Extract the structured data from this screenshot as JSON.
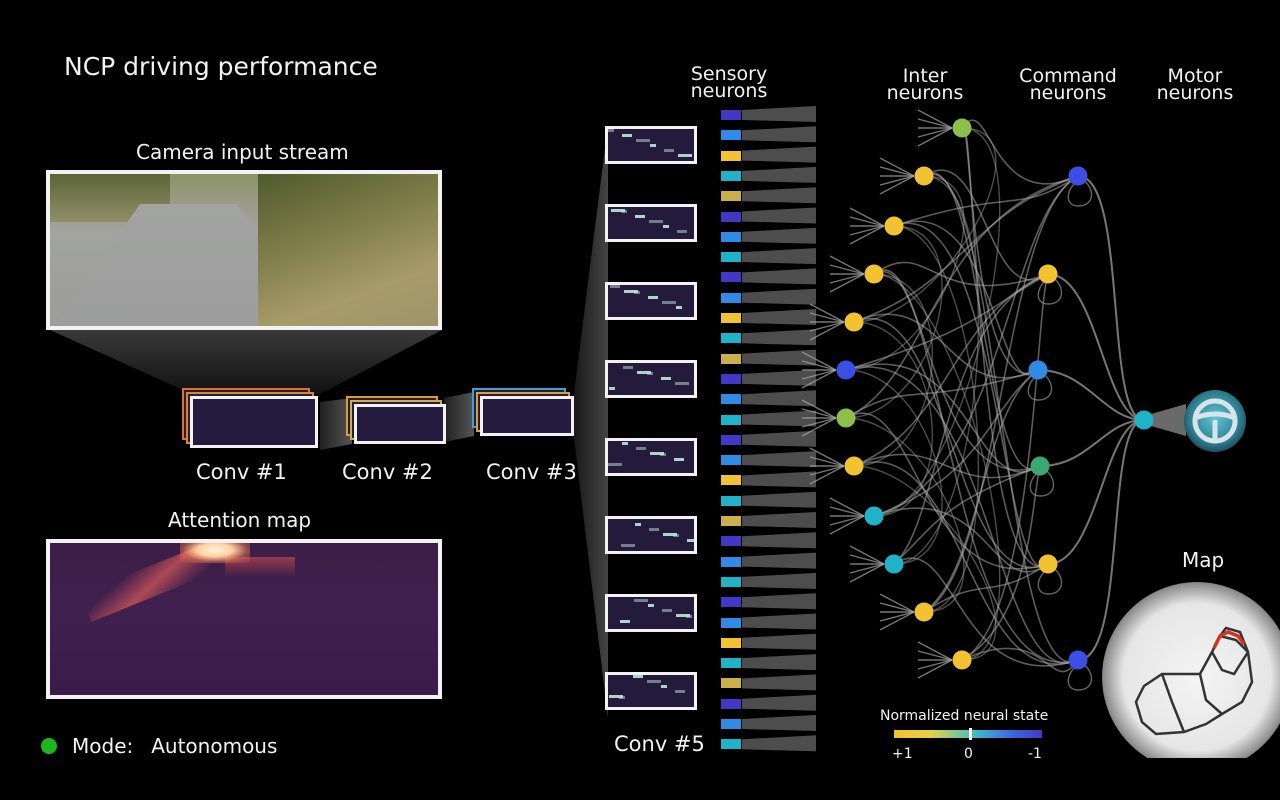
{
  "title": "NCP driving performance",
  "camera_label": "Camera input stream",
  "attention_label": "Attention map",
  "conv_labels": [
    "Conv #1",
    "Conv #2",
    "Conv #3",
    "Conv #5"
  ],
  "columns": {
    "sensory": [
      "Sensory",
      "neurons"
    ],
    "inter": [
      "Inter",
      "neurons"
    ],
    "command": [
      "Command",
      "neurons"
    ],
    "motor": [
      "Motor",
      "neurons"
    ]
  },
  "mode": {
    "label": "Mode:",
    "value": "Autonomous",
    "color": "#1fb71f"
  },
  "legend": {
    "title": "Normalized neural state",
    "ticks": [
      "+1",
      "0",
      "-1"
    ]
  },
  "map_label": "Map",
  "colors": {
    "yellow": "#f2c230",
    "green": "#8cc04a",
    "teal": "#1fb3c9",
    "blue": "#3b4fe6",
    "purple": "#4338c6",
    "edge": "#a8a8a8"
  },
  "icons": [
    "steering-wheel-icon",
    "status-dot-icon"
  ]
}
